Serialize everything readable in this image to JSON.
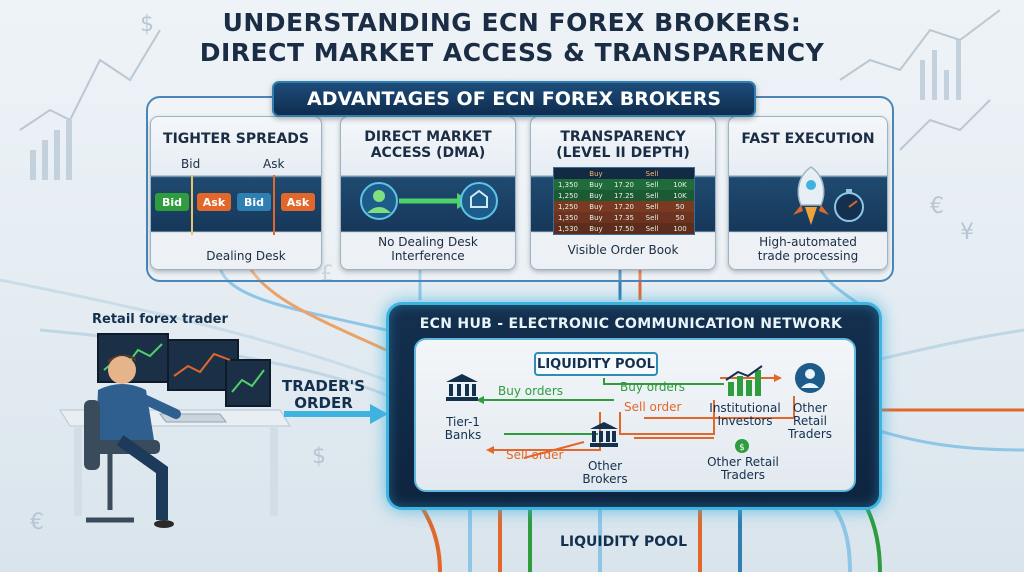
{
  "title_line1": "Understanding ECN Forex Brokers:",
  "title_line2": "Direct Market Access & Transparency",
  "banner": "Advantages of ECN Forex Brokers",
  "cards": [
    {
      "title": "Tighter Spreads",
      "caption": "Dealing Desk",
      "bid": "Bid",
      "ask": "Ask",
      "top_bid": "Bid",
      "top_ask": "Ask"
    },
    {
      "title_line1": "Direct Market",
      "title_line2": "Access (DMA)",
      "caption_line1": "No Dealing Desk",
      "caption_line2": "Interference"
    },
    {
      "title_line1": "Transparency",
      "title_line2": "(Level II Depth)",
      "caption": "Visible Order Book",
      "order_book": {
        "headers": [
          "",
          "Buy",
          "",
          "Sell",
          ""
        ],
        "rows": [
          [
            "1,350",
            "Buy",
            "17.20",
            "Sell",
            "10K"
          ],
          [
            "1,250",
            "Buy",
            "17.25",
            "Sell",
            "10K"
          ],
          [
            "1,250",
            "Buy",
            "17.20",
            "Sell",
            "50"
          ],
          [
            "1,350",
            "Buy",
            "17.35",
            "Sell",
            "50"
          ],
          [
            "1,530",
            "Buy",
            "17.50",
            "Sell",
            "100"
          ]
        ]
      }
    },
    {
      "title": "Fast Execution",
      "caption_line1": "High-automated",
      "caption_line2": "trade processing"
    }
  ],
  "trader_label": "Retail forex trader",
  "order_label_line1": "Trader's",
  "order_label_line2": "Order",
  "hub_title": "ECN Hub - Electronic Communication Network",
  "liquidity_pool_inner": "Liquidity Pool",
  "liquidity_pool_bottom": "Liquidity Pool",
  "nodes": {
    "tier1_line1": "Tier-1",
    "tier1_line2": "Banks",
    "brokers_line1": "Other",
    "brokers_line2": "Brokers",
    "institutional_line1": "Institutional",
    "institutional_line2": "Investors",
    "retail_right_line1": "Other",
    "retail_right_line2": "Retail",
    "retail_right_line3": "Traders",
    "retail_bottom_line1": "Other Retail",
    "retail_bottom_line2": "Traders"
  },
  "flows": {
    "buy1": "Buy orders",
    "buy2": "Buy orders",
    "sell1": "Sell order",
    "sell2": "Sell order"
  },
  "colors": {
    "accent": "#3fb3e0",
    "navy": "#14304f",
    "buy": "#2f9c3e",
    "sell": "#e2672a"
  }
}
